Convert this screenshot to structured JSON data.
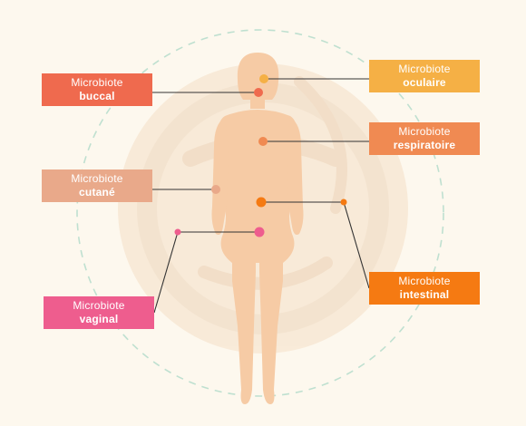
{
  "colors": {
    "background": "#fdf8ee",
    "body": "#f6cba5",
    "circle_dash": "#bfe0d0",
    "watermark": "#f3e1cc",
    "connector": "#333333"
  },
  "labels": {
    "buccal": {
      "line1": "Microbiote",
      "line2": "buccal",
      "color": "#ef6a4e"
    },
    "oculaire": {
      "line1": "Microbiote",
      "line2": "oculaire",
      "color": "#f5b045"
    },
    "respiratoire": {
      "line1": "Microbiote",
      "line2": "respiratoire",
      "color": "#f08a52"
    },
    "cutane": {
      "line1": "Microbiote",
      "line2": "cutané",
      "color": "#e9a98a"
    },
    "intestinal": {
      "line1": "Microbiote",
      "line2": "intestinal",
      "color": "#f57a12"
    },
    "vaginal": {
      "line1": "Microbiote",
      "line2": "vaginal",
      "color": "#ee5d8e"
    }
  }
}
